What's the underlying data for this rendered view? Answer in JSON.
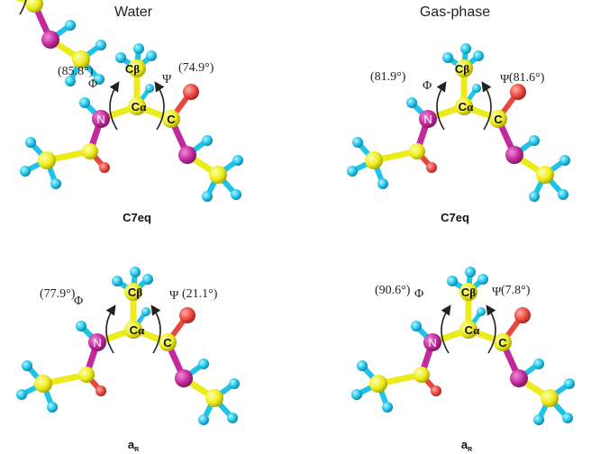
{
  "columns": {
    "left": "Water",
    "right": "Gas-phase"
  },
  "panels": [
    {
      "id": "water-c7eq",
      "phi_label": "(85.8°)",
      "psi_label": "(74.9°)",
      "conformer": "C7eq",
      "conformer_sub": ""
    },
    {
      "id": "gas-c7eq",
      "phi_label": "(81.9°)",
      "psi_label": "(81.6°)",
      "conformer": "C7eq",
      "conformer_sub": ""
    },
    {
      "id": "water-ar",
      "phi_label": "(77.9°)",
      "psi_label": "(21.1°)",
      "conformer": "a",
      "conformer_sub": "R"
    },
    {
      "id": "gas-ar",
      "phi_label": "(90.6°)",
      "psi_label": "(7.8°)",
      "conformer": "a",
      "conformer_sub": "R"
    }
  ],
  "symbols": {
    "phi": "Φ",
    "psi": "Ψ",
    "atom_c": "C",
    "atom_n": "N",
    "alpha": "α",
    "beta": "β"
  },
  "colors": {
    "carbon": "#ecec1c",
    "nitrogen": "#c22a9c",
    "oxygen": "#e8473e",
    "hydrogen": "#1ec3e8",
    "bond_dark": "#333333"
  }
}
